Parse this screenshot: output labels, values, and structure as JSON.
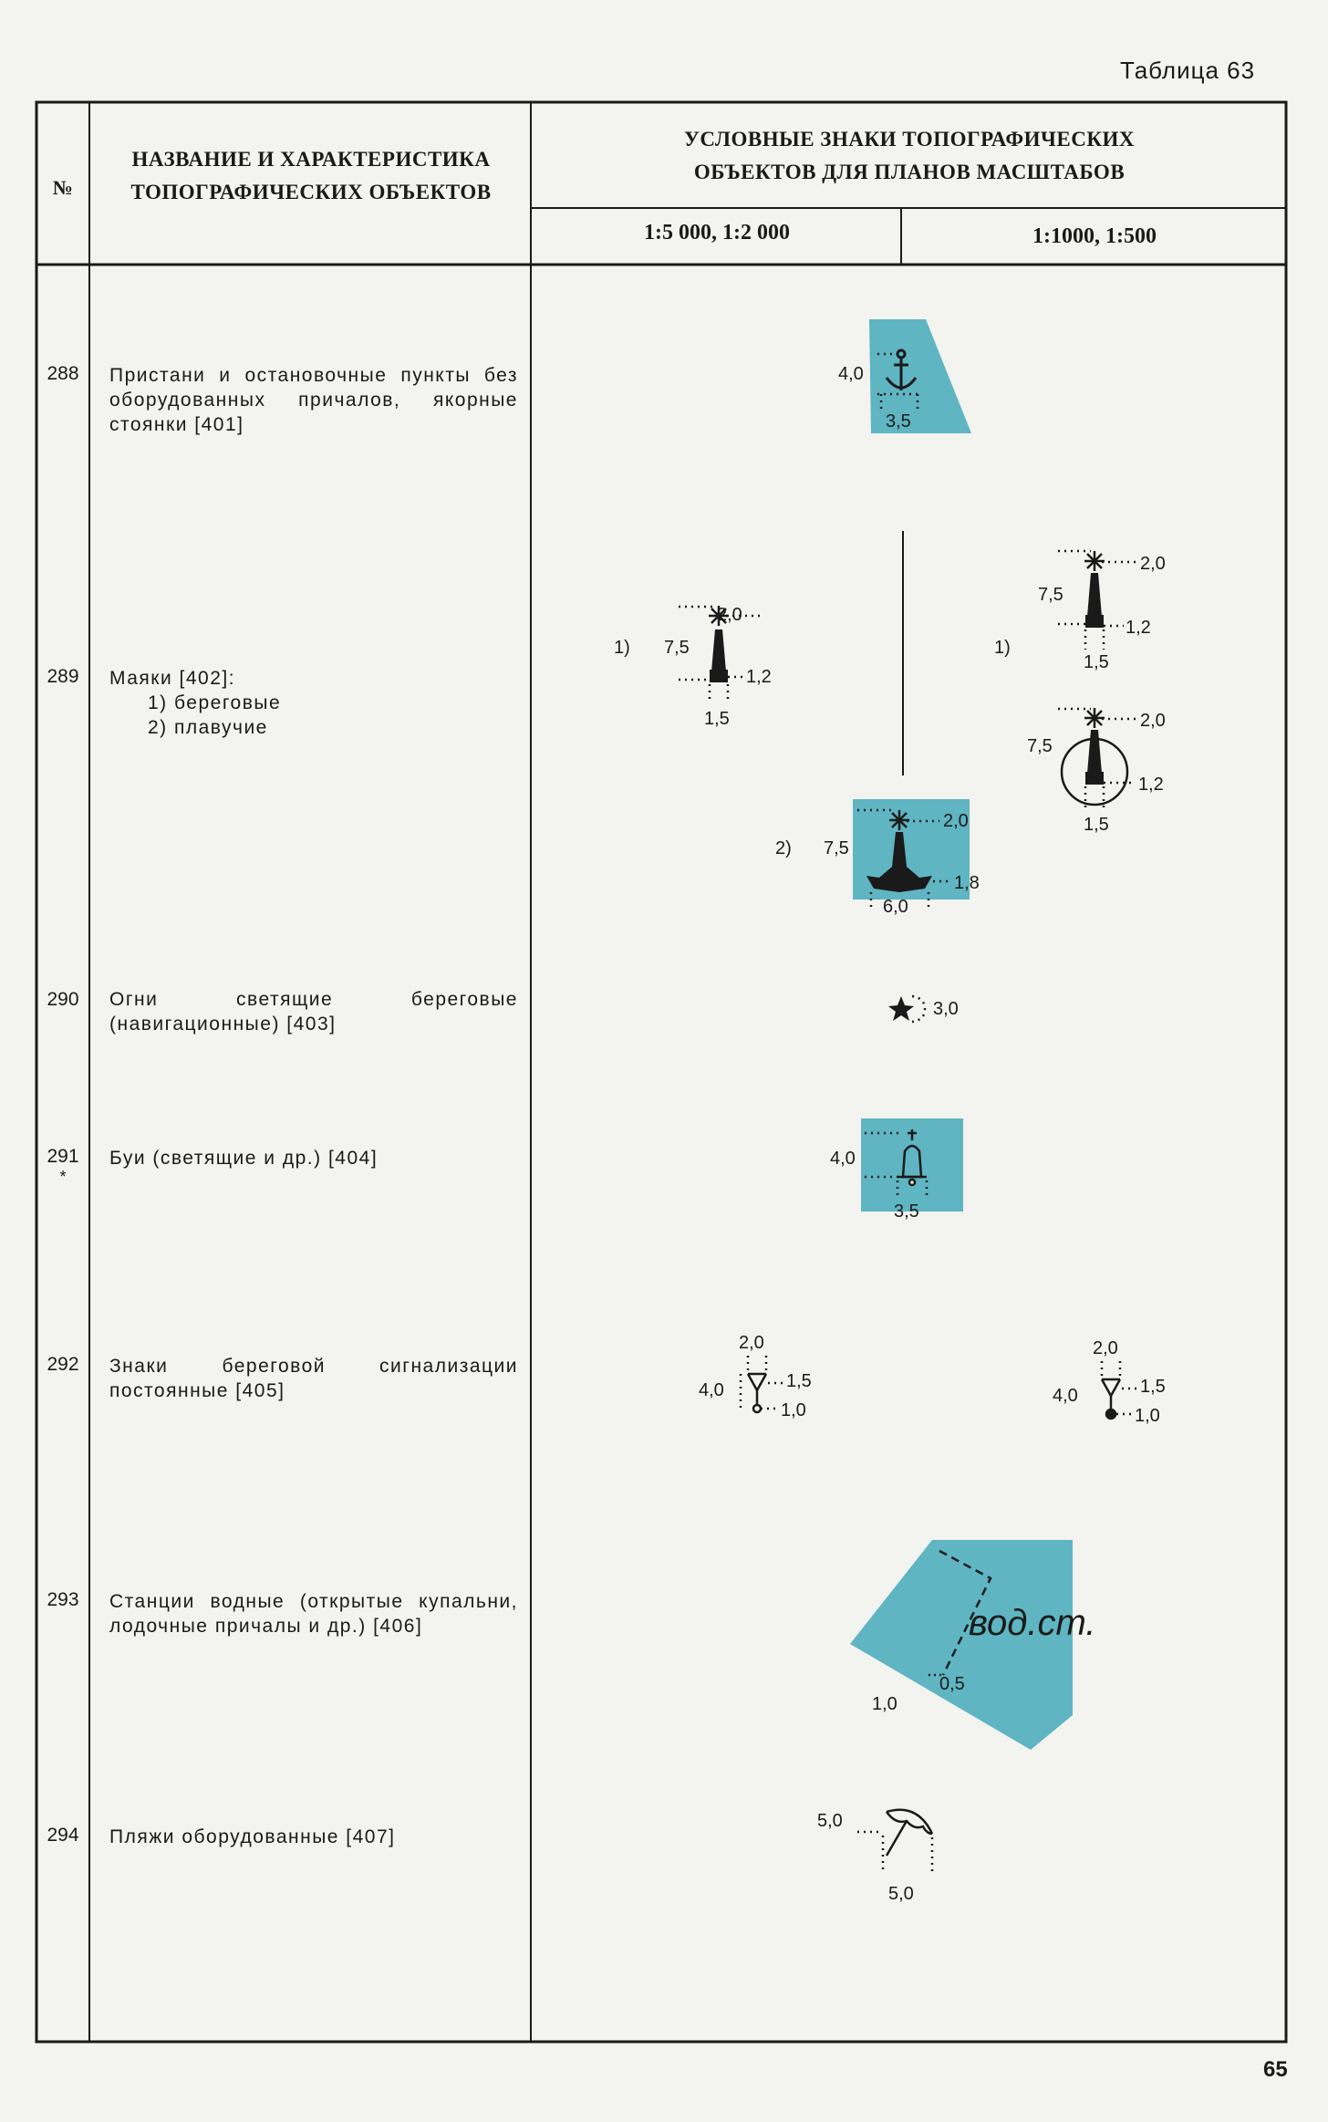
{
  "caption": "Таблица 63",
  "page_number": "65",
  "colors": {
    "water": "#5fb5c2",
    "ink": "#1a1a1a",
    "paper": "#f3f3ef"
  },
  "header": {
    "num": "№",
    "name_line1": "НАЗВАНИЕ И ХАРАКТЕРИСТИКА",
    "name_line2": "ТОПОГРАФИЧЕСКИХ ОБЪЕКТОВ",
    "signs_line1": "УСЛОВНЫЕ ЗНАКИ ТОПОГРАФИЧЕСКИХ",
    "signs_line2": "ОБЪЕКТОВ ДЛЯ ПЛАНОВ МАСШТАБОВ",
    "scale_a": "1:5 000, 1:2 000",
    "scale_b": "1:1000, 1:500"
  },
  "rows": [
    {
      "num": "288",
      "lines": [
        "Пристани и остановочные пункты без оборудованных причалов, якорные стоянки [401]"
      ]
    },
    {
      "num": "289",
      "lines": [
        "Маяки [402]:"
      ],
      "subs": [
        "1) береговые",
        "2) плавучие"
      ]
    },
    {
      "num": "290",
      "lines": [
        "Огни светящие береговые (навигационные) [403]"
      ]
    },
    {
      "num": "291",
      "mark": "*",
      "lines": [
        "Буи (светящие и др.) [404]"
      ]
    },
    {
      "num": "292",
      "lines": [
        "Знаки береговой сигнализации постоянные [405]"
      ]
    },
    {
      "num": "293",
      "lines": [
        "Станции водные (открытые купальни, лодочные причалы и др.) [406]"
      ]
    },
    {
      "num": "294",
      "lines": [
        "Пляжи оборудованные [407]"
      ]
    }
  ],
  "symbols": {
    "s288": {
      "icon": "anchor-icon",
      "dim_left": "4,0",
      "dim_bottom": "3,5"
    },
    "s289_coastal_a": {
      "icon": "lighthouse-icon",
      "marker": "1)",
      "dim_top": "2,0",
      "dim_height": "7,5",
      "dim_base": "1,2",
      "dim_width": "1,5"
    },
    "s289_coastal_b": {
      "icon": "lighthouse-icon",
      "marker": "1)",
      "dim_top": "2,0",
      "dim_height": "7,5",
      "dim_base": "1,2",
      "dim_width": "1,5"
    },
    "s289_coastal_c": {
      "icon": "lighthouse-circle-icon",
      "dim_top": "2,0",
      "dim_height": "7,5",
      "dim_base": "1,2",
      "dim_width": "1,5"
    },
    "s289_floating": {
      "icon": "floating-lighthouse-icon",
      "marker": "2)",
      "dim_top": "2,0",
      "dim_height": "7,5",
      "dim_base": "1,8",
      "dim_width": "6,0"
    },
    "s290": {
      "icon": "star-icon",
      "dim": "3,0"
    },
    "s291": {
      "icon": "buoy-icon",
      "dim_left": "4,0",
      "dim_bottom": "3,5"
    },
    "s292_a": {
      "icon": "signal-sign-open-icon",
      "dim_top": "2,0",
      "dim_left": "4,0",
      "dim_right": "1,5",
      "dim_bottom": "1,0"
    },
    "s292_b": {
      "icon": "signal-sign-filled-icon",
      "dim_top": "2,0",
      "dim_left": "4,0",
      "dim_right": "1,5",
      "dim_bottom": "1,0"
    },
    "s293": {
      "icon": "water-station-icon",
      "label": "вод.ст.",
      "dim_a": "1,0",
      "dim_b": "0,5"
    },
    "s294": {
      "icon": "umbrella-icon",
      "dim_left": "5,0",
      "dim_bottom": "5,0"
    }
  }
}
